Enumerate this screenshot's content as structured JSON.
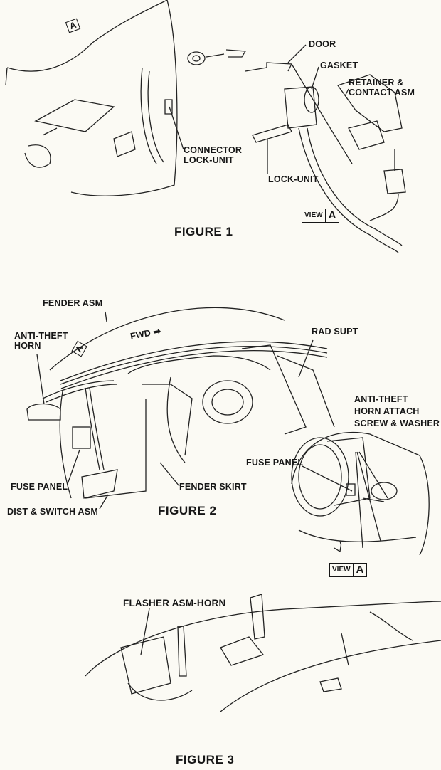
{
  "figure1": {
    "title": "FIGURE 1",
    "labels": {
      "connector": [
        "CONNECTOR",
        "LOCK-UNIT"
      ],
      "door": "DOOR",
      "gasket": "GASKET",
      "retainer": [
        "RETAINER &",
        "CONTACT ASM"
      ],
      "lock_unit": "LOCK-UNIT"
    },
    "view_marker": {
      "word": "VIEW",
      "letter": "A"
    },
    "direction_marker": "A"
  },
  "figure2": {
    "title": "FIGURE 2",
    "labels": {
      "fender_asm": "FENDER ASM",
      "anti_theft_horn": [
        "ANTI-THEFT",
        "HORN"
      ],
      "fwd": "FWD",
      "rad_supt": "RAD SUPT",
      "attach": [
        "ANTI-THEFT",
        "HORN ATTACH",
        "SCREW & WASHER"
      ],
      "fuse_panel_right": "FUSE PANEL",
      "fuse_panel_left": "FUSE PANEL",
      "fender_skirt": "FENDER SKIRT",
      "dist_switch": "DIST & SWITCH ASM"
    },
    "view_marker": {
      "word": "VIEW",
      "letter": "A"
    },
    "direction_marker": "A"
  },
  "figure3": {
    "title": "FIGURE 3",
    "labels": {
      "flasher": "FLASHER ASM-HORN"
    }
  }
}
